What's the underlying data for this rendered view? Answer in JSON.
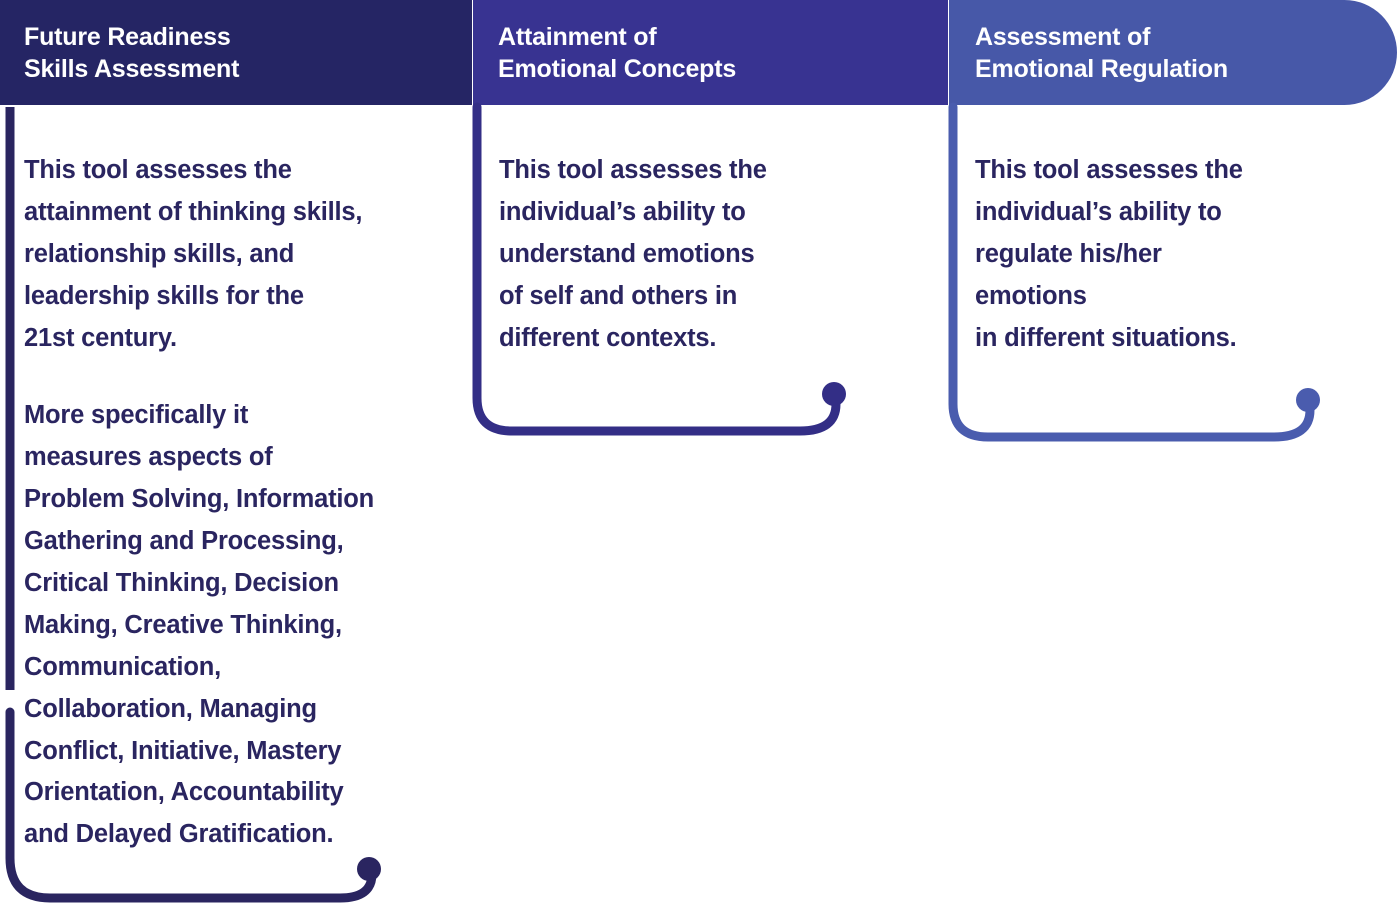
{
  "palette": {
    "header_1": "#252564",
    "header_2": "#383391",
    "header_3": "#4758a8",
    "text_dark": "#2a2560",
    "line_1": "#2a2560",
    "line_2": "#332e86",
    "line_3": "#4a5cae",
    "background": "#ffffff"
  },
  "columns": [
    {
      "id": "future-readiness",
      "header": "Future Readiness\nSkills Assessment",
      "header_color": "#252564",
      "line_color": "#2a2560",
      "paragraphs": [
        "This tool assesses the\nattainment of thinking skills,\nrelationship skills, and\nleadership skills for the\n21st century.",
        "More specifically it\nmeasures aspects of\nProblem Solving, Information\nGathering and Processing,\nCritical Thinking, Decision\nMaking, Creative Thinking,\nCommunication,\nCollaboration, Managing\nConflict, Initiative, Mastery\nOrientation, Accountability\nand Delayed Gratification."
      ]
    },
    {
      "id": "emotional-concepts",
      "header": "Attainment of\nEmotional Concepts",
      "header_color": "#383391",
      "line_color": "#332e86",
      "paragraphs": [
        "This tool assesses the\nindividual’s ability to\nunderstand emotions\nof self and others in\ndifferent contexts."
      ]
    },
    {
      "id": "emotional-regulation",
      "header": "Assessment of\nEmotional Regulation",
      "header_color": "#4758a8",
      "line_color": "#4a5cae",
      "paragraphs": [
        "This tool assesses the\nindividual’s ability to\nregulate his/her\nemotions\nin different situations."
      ]
    }
  ]
}
